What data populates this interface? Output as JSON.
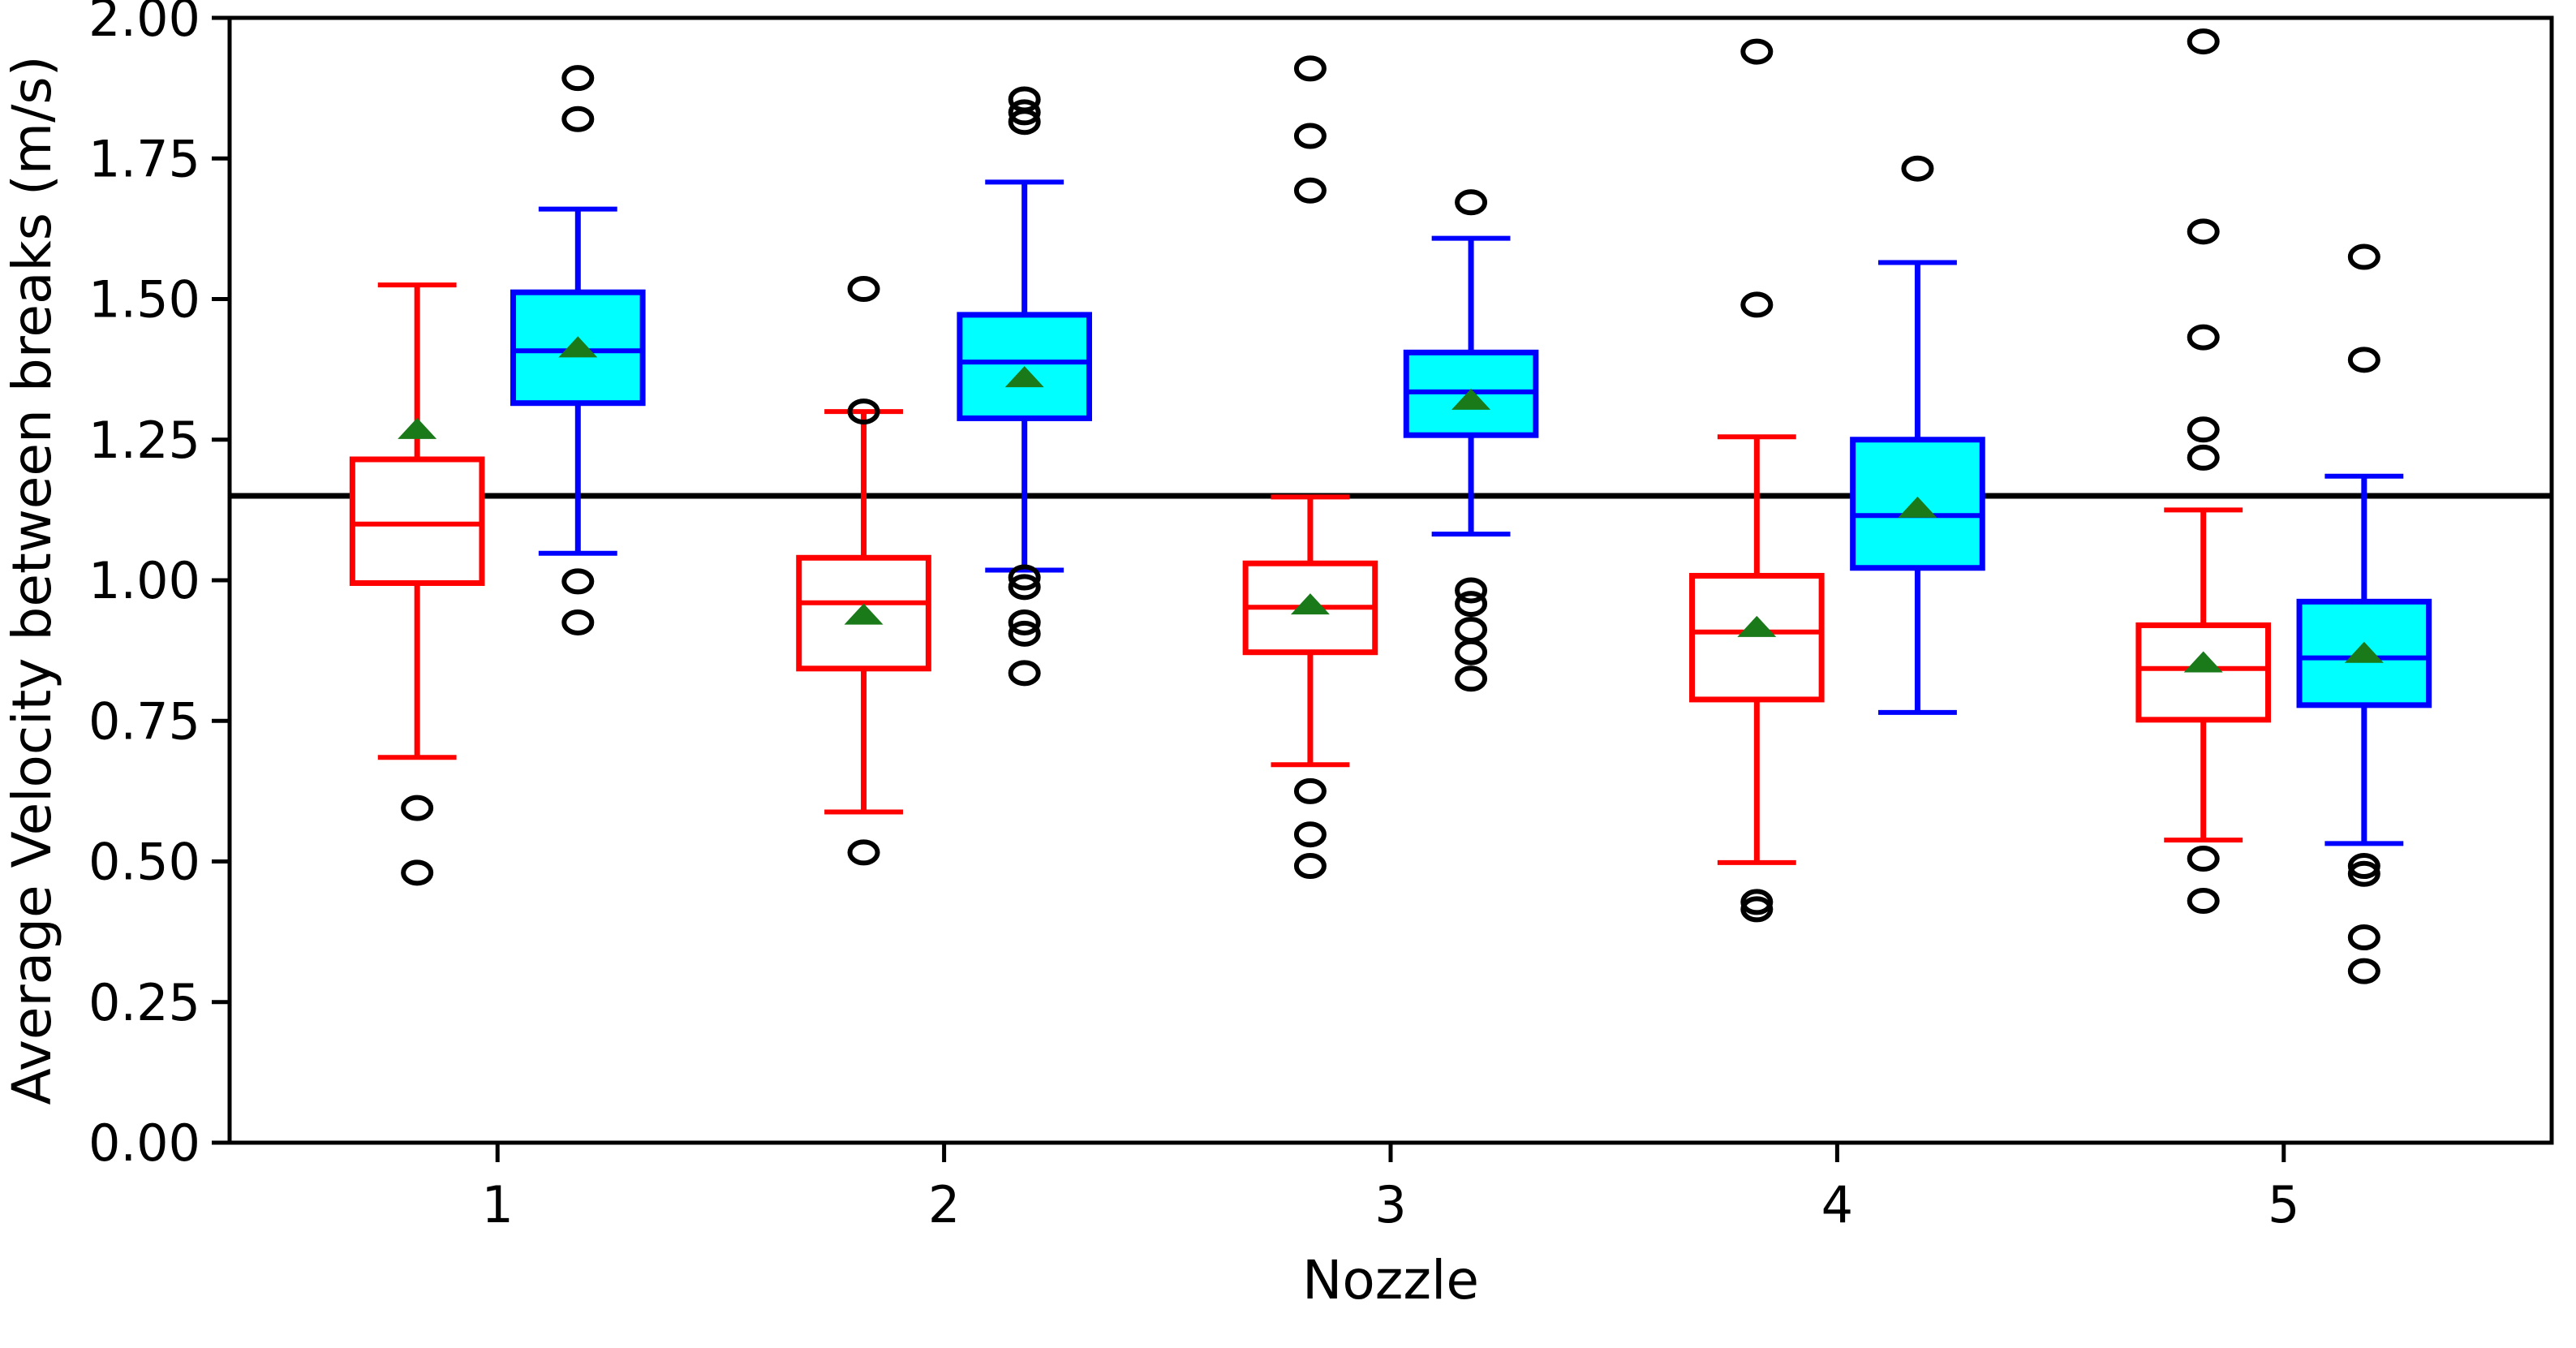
{
  "chart_data": {
    "type": "box",
    "title": "",
    "xlabel": "Nozzle",
    "ylabel": "Average Velocity between breaks (m/s)",
    "xlim": [
      0.4,
      5.6
    ],
    "ylim": [
      0.0,
      2.0
    ],
    "yticks": [
      "0.00",
      "0.25",
      "0.50",
      "0.75",
      "1.00",
      "1.25",
      "1.50",
      "1.75",
      "2.00"
    ],
    "ytick_values": [
      0.0,
      0.25,
      0.5,
      0.75,
      1.0,
      1.25,
      1.5,
      1.75,
      2.0
    ],
    "xticks": [
      "1",
      "2",
      "3",
      "4",
      "5"
    ],
    "xtick_values": [
      1,
      2,
      3,
      4,
      5
    ],
    "grid": false,
    "legend": "none",
    "reference_line": {
      "value": 1.15,
      "color": "#000000",
      "label": ""
    },
    "colors": {
      "series_red": "#ff0000",
      "series_blue": "#0000ff",
      "series_blue_fill": "#00ffff",
      "series_red_fill": "#ffffff",
      "mean_marker": "#1a7a1a",
      "outlier": "#000000",
      "axis": "#000000"
    },
    "series": [
      {
        "name": "red",
        "edge_color": "#ff0000",
        "fill_color": "#ffffff",
        "offset": -0.18,
        "boxes": [
          {
            "category": "1",
            "whisker_low": 0.685,
            "q1": 0.995,
            "median": 1.1,
            "q3": 1.215,
            "whisker_high": 1.525,
            "mean": 1.27,
            "outliers": [
              0.595,
              0.48
            ]
          },
          {
            "category": "2",
            "whisker_low": 0.588,
            "q1": 0.843,
            "median": 0.96,
            "q3": 1.04,
            "whisker_high": 1.3,
            "mean": 0.94,
            "outliers": [
              1.518,
              1.3,
              0.516
            ]
          },
          {
            "category": "3",
            "whisker_low": 0.672,
            "q1": 0.872,
            "median": 0.952,
            "q3": 1.03,
            "whisker_high": 1.148,
            "mean": 0.958,
            "outliers": [
              1.91,
              1.79,
              1.693,
              0.625,
              0.548,
              0.492
            ]
          },
          {
            "category": "4",
            "whisker_low": 0.498,
            "q1": 0.788,
            "median": 0.908,
            "q3": 1.008,
            "whisker_high": 1.255,
            "mean": 0.918,
            "outliers": [
              1.94,
              1.49,
              0.428,
              0.415
            ]
          },
          {
            "category": "5",
            "whisker_low": 0.538,
            "q1": 0.752,
            "median": 0.843,
            "q3": 0.92,
            "whisker_high": 1.125,
            "mean": 0.855,
            "outliers": [
              1.958,
              1.62,
              1.432,
              1.268,
              1.218,
              0.505,
              0.43
            ]
          }
        ]
      },
      {
        "name": "blue",
        "edge_color": "#0000ff",
        "fill_color": "#00ffff",
        "offset": 0.18,
        "boxes": [
          {
            "category": "1",
            "whisker_low": 1.048,
            "q1": 1.315,
            "median": 1.408,
            "q3": 1.512,
            "whisker_high": 1.66,
            "mean": 1.415,
            "outliers": [
              1.893,
              1.82,
              0.998,
              0.925
            ]
          },
          {
            "category": "2",
            "whisker_low": 1.018,
            "q1": 1.288,
            "median": 1.388,
            "q3": 1.472,
            "whisker_high": 1.708,
            "mean": 1.362,
            "outliers": [
              1.855,
              1.832,
              1.815,
              1.005,
              0.988,
              0.925,
              0.905,
              0.835
            ]
          },
          {
            "category": "3",
            "whisker_low": 1.082,
            "q1": 1.258,
            "median": 1.335,
            "q3": 1.405,
            "whisker_high": 1.608,
            "mean": 1.322,
            "outliers": [
              1.672,
              0.982,
              0.958,
              0.912,
              0.872,
              0.825
            ]
          },
          {
            "category": "4",
            "whisker_low": 0.765,
            "q1": 1.022,
            "median": 1.115,
            "q3": 1.25,
            "whisker_high": 1.565,
            "mean": 1.13,
            "outliers": [
              1.732
            ]
          },
          {
            "category": "5",
            "whisker_low": 0.532,
            "q1": 0.778,
            "median": 0.862,
            "q3": 0.962,
            "whisker_high": 1.185,
            "mean": 0.872,
            "outliers": [
              1.575,
              1.392,
              0.492,
              0.478,
              0.365,
              0.305
            ]
          }
        ]
      }
    ]
  },
  "axes": {
    "ylabel": "Average Velocity between breaks (m/s)",
    "xlabel": "Nozzle"
  }
}
